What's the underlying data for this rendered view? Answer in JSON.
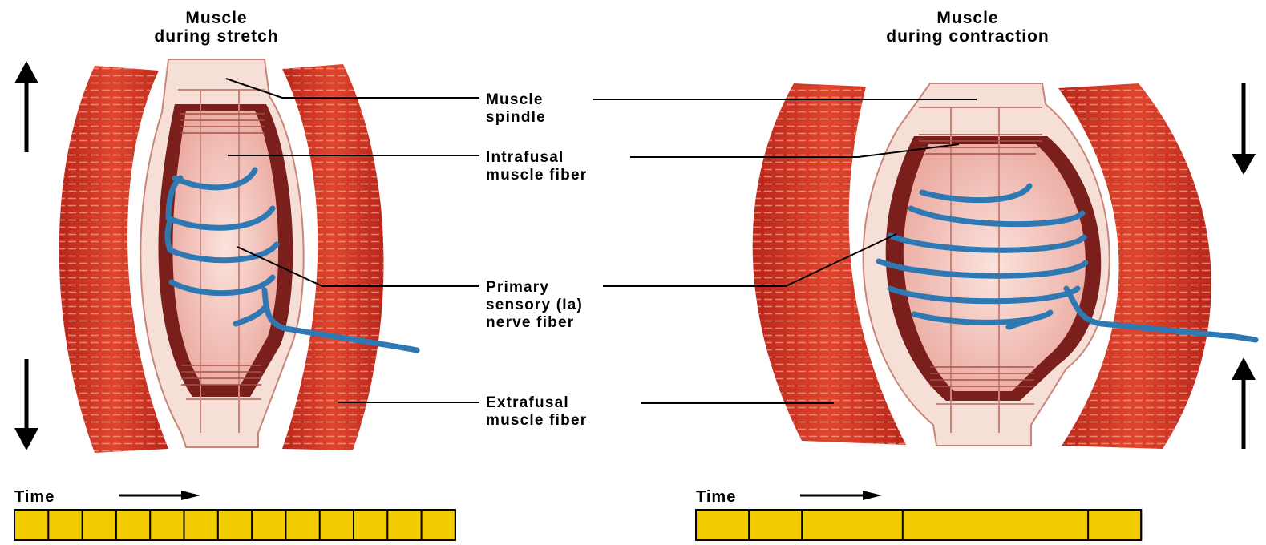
{
  "diagram": {
    "left_panel": {
      "title_line1": "Muscle",
      "title_line2": "during stretch",
      "time_label": "Time",
      "timeline_boundaries": [
        0,
        1,
        2,
        3,
        4,
        5,
        6,
        7,
        8,
        9,
        10,
        11,
        12,
        13
      ]
    },
    "right_panel": {
      "title_line1": "Muscle",
      "title_line2": "during contraction",
      "time_label": "Time",
      "timeline_boundaries": [
        0,
        1,
        2,
        3.9,
        7.4,
        8.4
      ]
    },
    "labels": {
      "muscle_spindle": [
        "Muscle",
        "spindle"
      ],
      "intrafusal_fiber": [
        "Intrafusal",
        "muscle fiber"
      ],
      "primary_sensory": [
        "Primary",
        "sensory (Ia)",
        "nerve fiber"
      ],
      "extrafusal_fiber": [
        "Extrafusal",
        "muscle fiber"
      ]
    },
    "colors": {
      "extrafusal_red": "#d93a26",
      "capsule_fill": "#f6dfd6",
      "intrafusal_pink": "#f2b9b1",
      "dark_maroon": "#7a1f1c",
      "nerve_blue": "#2e79b3",
      "timeline_yellow": "#f1cc00"
    }
  }
}
